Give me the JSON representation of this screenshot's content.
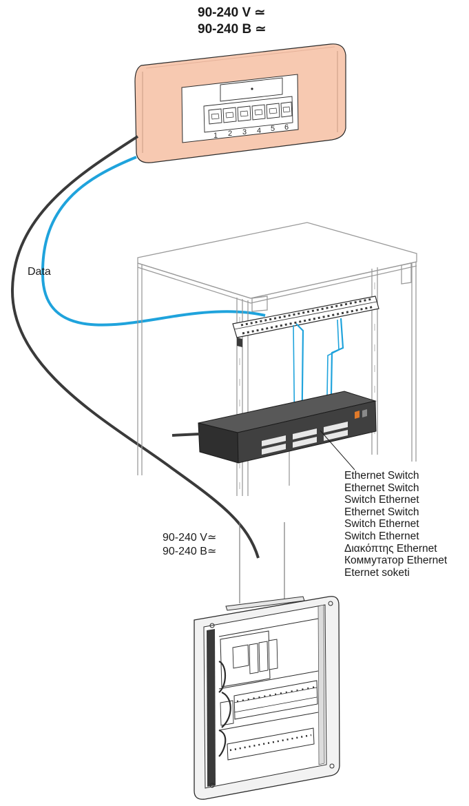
{
  "labels": {
    "top_voltage_1": "90-240 V ≃",
    "top_voltage_2": "90-240 B ≃",
    "data": "Data",
    "mid_voltage_1": "90-240 V≃",
    "mid_voltage_2": "90-240 B≃"
  },
  "wall_box": {
    "port_numbers": [
      "1",
      "2",
      "3",
      "4",
      "5",
      "6"
    ]
  },
  "ethernet_switch_translations": [
    "Ethernet Switch",
    "Ethernet Switch",
    "Switch Ethernet",
    "Ethernet Switch",
    "Switch Ethernet",
    "Switch Ethernet",
    "Διακόπτης Ethernet",
    "Коммутатор Ethernet",
    "Eternet soketi"
  ],
  "colors": {
    "wall_box_fill": "#f7c9b1",
    "data_cable": "#1fa3dc",
    "power_cable": "#3a3a3a",
    "switch_body": "#3f3f3f",
    "line_art": "#7a7a7a"
  }
}
